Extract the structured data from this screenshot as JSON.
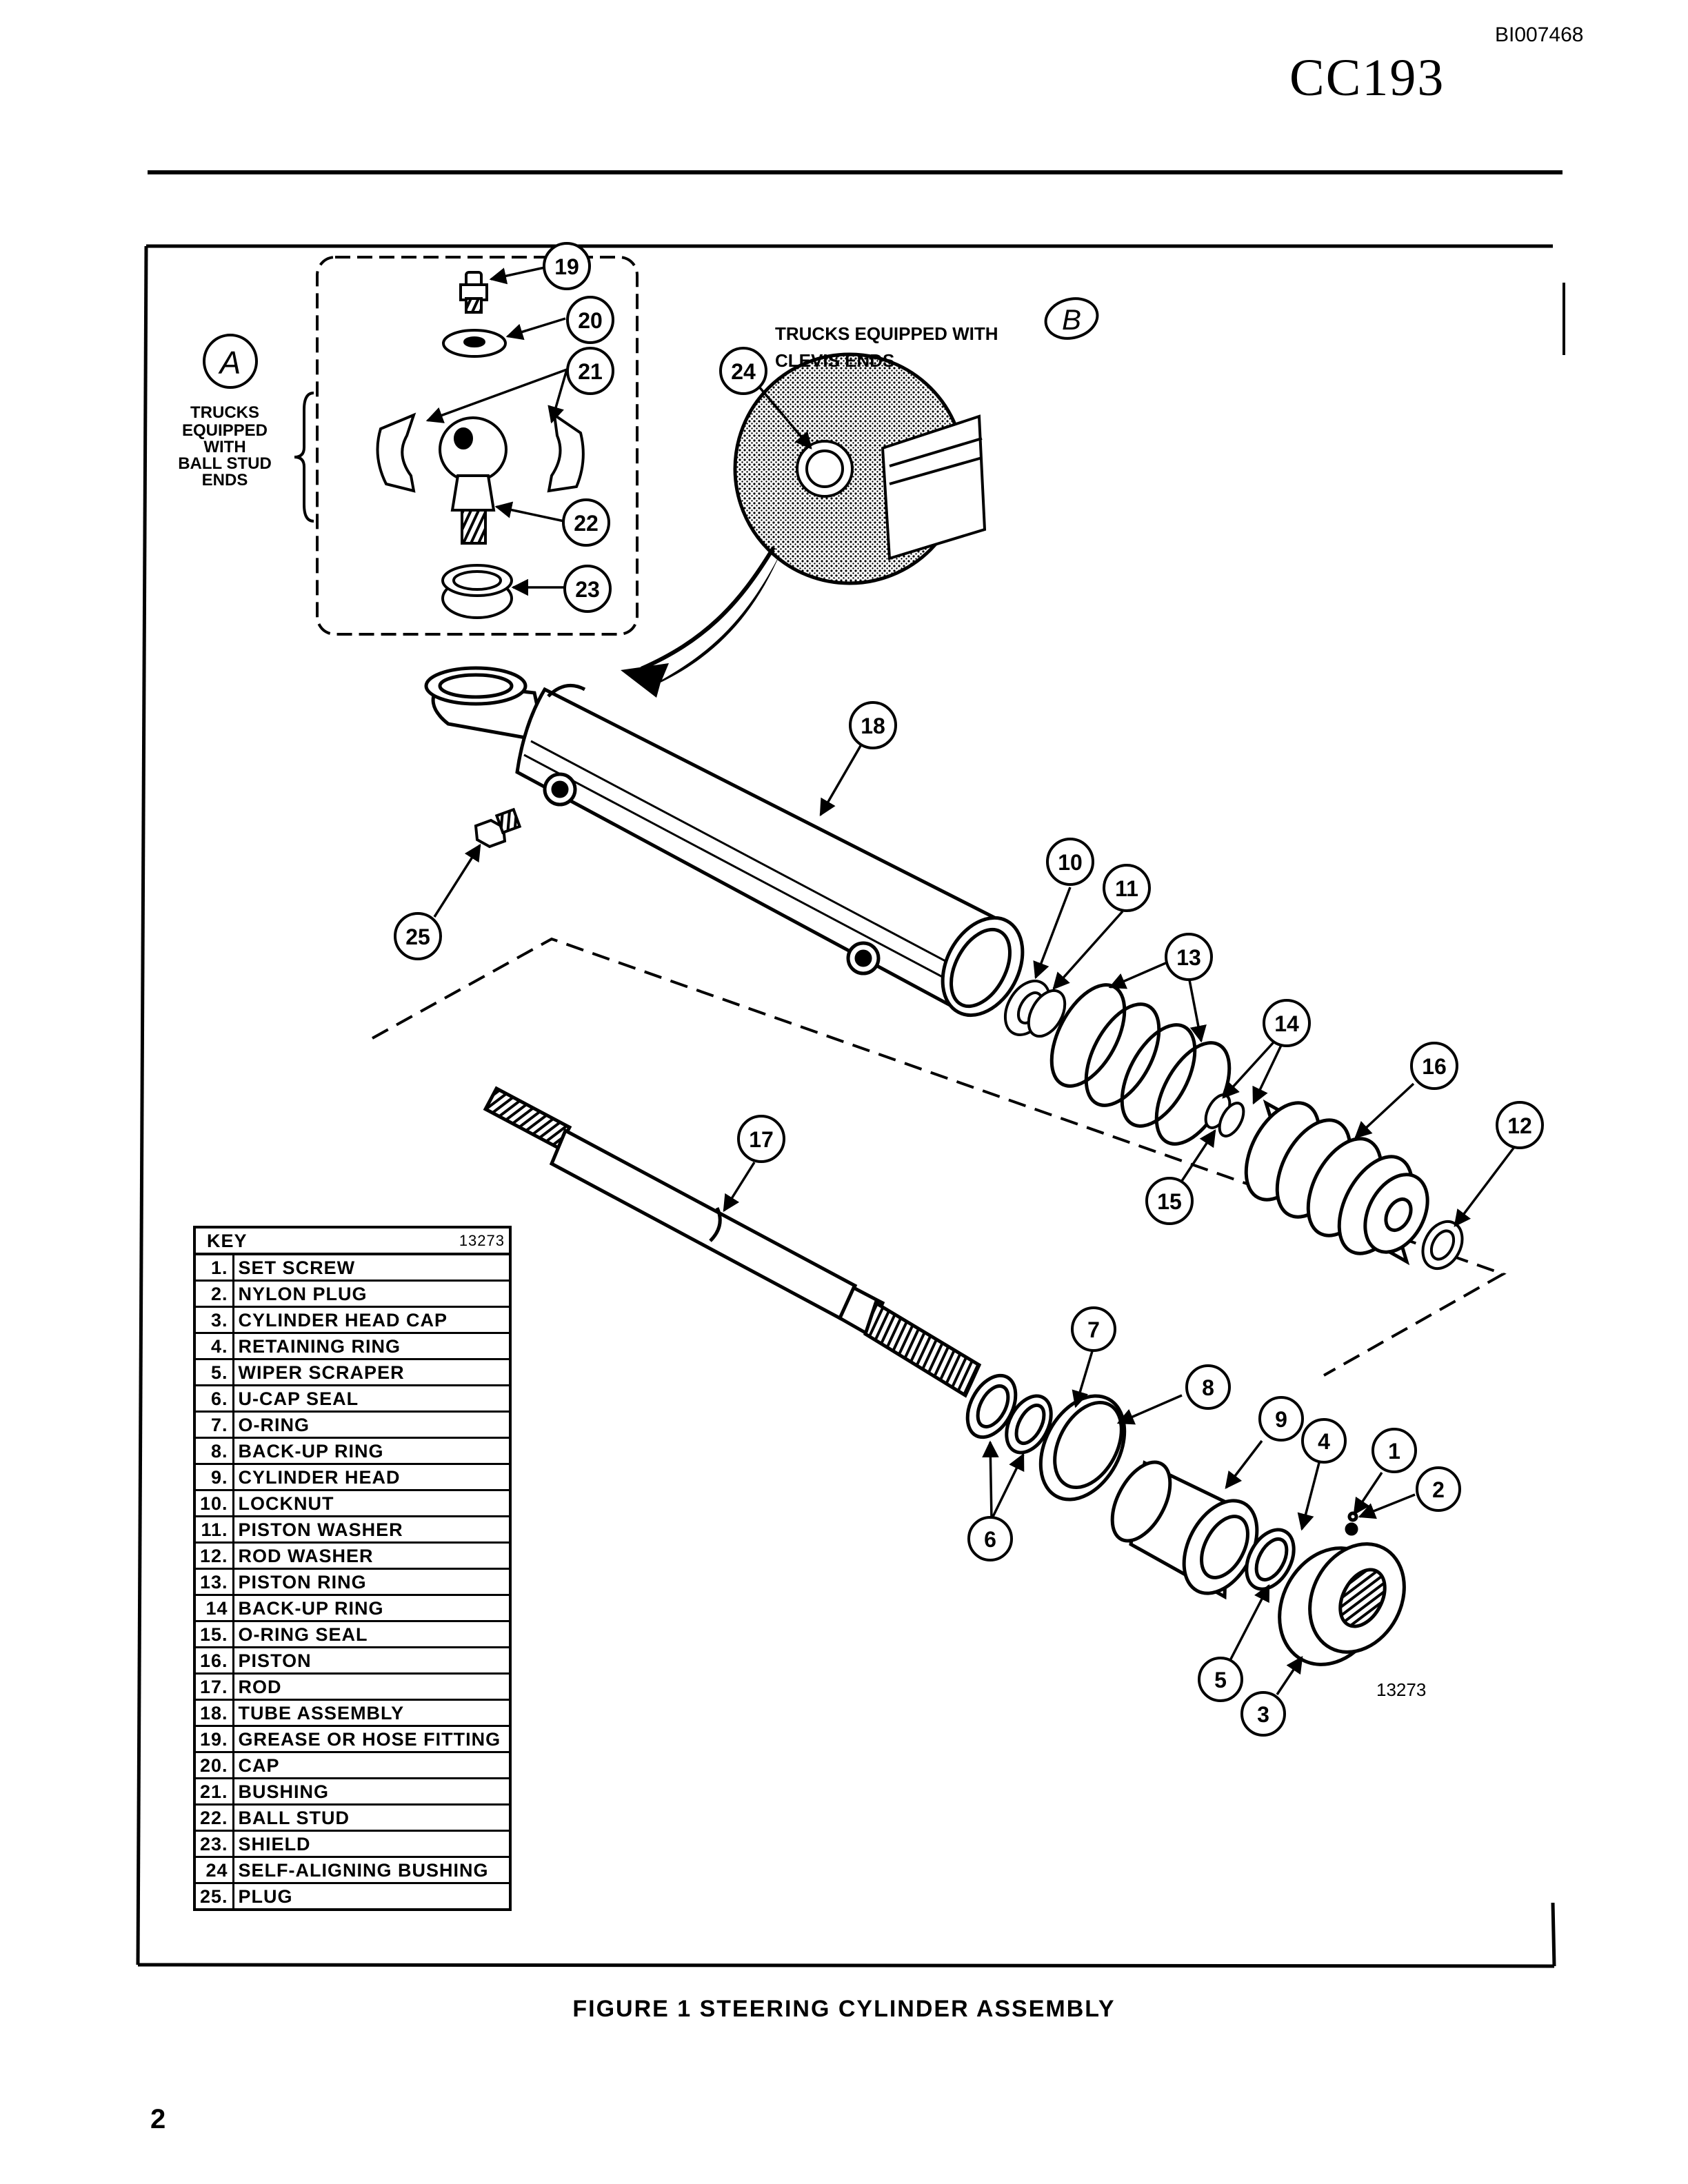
{
  "header": {
    "doc_id": "BI007468",
    "doc_code": "CC193"
  },
  "figure": {
    "caption": "FIGURE 1 STEERING CYLINDER ASSEMBLY",
    "drawing_number": "13273",
    "inset_a": {
      "marker": "A",
      "label_lines": [
        "TRUCKS",
        "EQUIPPED",
        "WITH",
        "BALL STUD",
        "ENDS"
      ]
    },
    "inset_b": {
      "marker": "B",
      "label_lines": [
        "TRUCKS EQUIPPED WITH",
        "CLEVIS ENDS"
      ]
    },
    "callouts": [
      "1",
      "2",
      "3",
      "4",
      "5",
      "6",
      "7",
      "8",
      "9",
      "10",
      "11",
      "12",
      "13",
      "14",
      "15",
      "16",
      "17",
      "18",
      "19",
      "20",
      "21",
      "22",
      "23",
      "24",
      "25"
    ]
  },
  "key": {
    "title": "KEY",
    "code": "13273",
    "items": [
      {
        "n": "1.",
        "name": "SET SCREW"
      },
      {
        "n": "2.",
        "name": "NYLON PLUG"
      },
      {
        "n": "3.",
        "name": "CYLINDER HEAD CAP"
      },
      {
        "n": "4.",
        "name": "RETAINING RING"
      },
      {
        "n": "5.",
        "name": "WIPER SCRAPER"
      },
      {
        "n": "6.",
        "name": "U-CAP SEAL"
      },
      {
        "n": "7.",
        "name": "O-RING"
      },
      {
        "n": "8.",
        "name": "BACK-UP RING"
      },
      {
        "n": "9.",
        "name": "CYLINDER HEAD"
      },
      {
        "n": "10.",
        "name": "LOCKNUT"
      },
      {
        "n": "11.",
        "name": "PISTON WASHER"
      },
      {
        "n": "12.",
        "name": "ROD WASHER"
      },
      {
        "n": "13.",
        "name": "PISTON RING"
      },
      {
        "n": "14",
        "name": "BACK-UP RING"
      },
      {
        "n": "15.",
        "name": "O-RING SEAL"
      },
      {
        "n": "16.",
        "name": "PISTON"
      },
      {
        "n": "17.",
        "name": "ROD"
      },
      {
        "n": "18.",
        "name": "TUBE ASSEMBLY"
      },
      {
        "n": "19.",
        "name": "GREASE OR HOSE FITTING"
      },
      {
        "n": "20.",
        "name": "CAP"
      },
      {
        "n": "21.",
        "name": "BUSHING"
      },
      {
        "n": "22.",
        "name": "BALL STUD"
      },
      {
        "n": "23.",
        "name": "SHIELD"
      },
      {
        "n": "24",
        "name": "SELF-ALIGNING BUSHING"
      },
      {
        "n": "25.",
        "name": "PLUG"
      }
    ]
  },
  "page": {
    "number": "2"
  }
}
